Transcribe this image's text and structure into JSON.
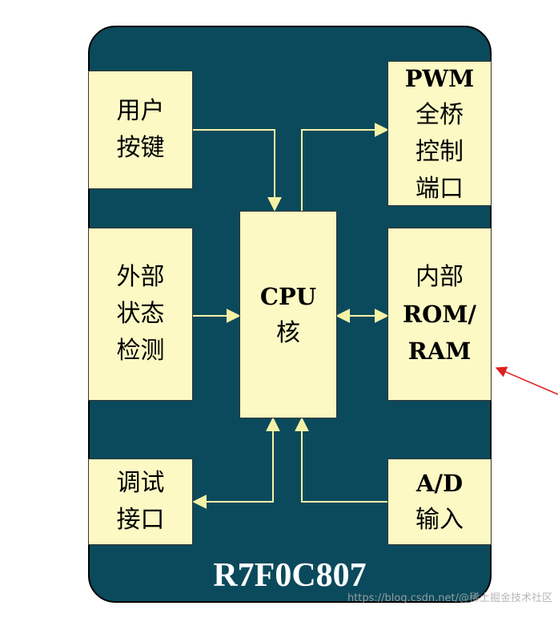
{
  "diagram": {
    "chip_name": "R7F0C807",
    "blocks": {
      "user_keys": [
        "用户",
        "按键"
      ],
      "pwm_port": [
        "PWM",
        "全桥",
        "控制",
        "端口"
      ],
      "external_detect": [
        "外部",
        "状态",
        "检测"
      ],
      "cpu_core": [
        "CPU",
        "核"
      ],
      "internal_memory": [
        "内部",
        "ROM/",
        "RAM"
      ],
      "debug_interface": [
        "调试",
        "接口"
      ],
      "ad_input": [
        "A/D",
        "输入"
      ]
    },
    "watermark": "https://blog.csdn.net/@稀土掘金技术社区"
  },
  "colors": {
    "chip_background": "#0b4a5c",
    "block_fill": "#fcf9c4",
    "wire": "#f5f2a6",
    "pointer_arrow": "#e02020",
    "chip_label": "#ffffff"
  }
}
